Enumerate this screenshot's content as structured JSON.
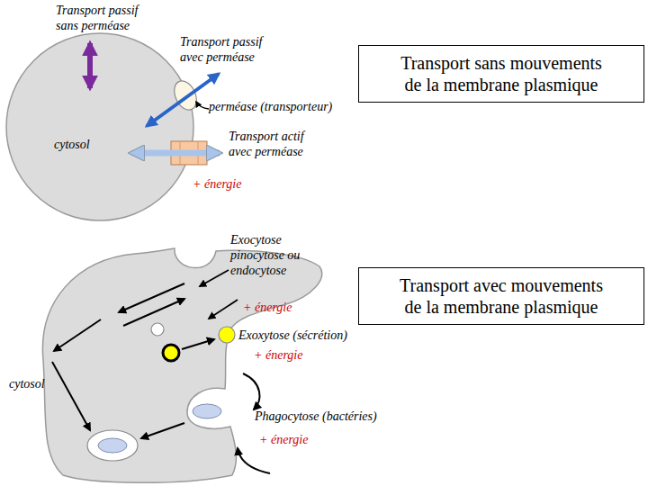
{
  "diagram": {
    "nodes": [
      {
        "text": [
          "cytosol"
        ]
      },
      {
        "text": [
          "Transport sans mouvements de la membrane plasmique"
        ]
      },
      {
        "text": [
          "cytosol"
        ]
      },
      {
        "text": [
          "Transport avec mouvements de la membrane plasmique"
        ]
      }
    ],
    "labels": [
      "Transport passif sans perméase",
      "Transport passif avec perméase",
      "perméase (transporteur)",
      "Transport actif avec perméase",
      "+ énergie",
      "Exocytose pinocytose ou endocytose",
      "+ énergie",
      "Exoxytose (sécrétion)",
      "+ énergie",
      "Phagocytose (bactéries)",
      "+ énergie"
    ]
  }
}
